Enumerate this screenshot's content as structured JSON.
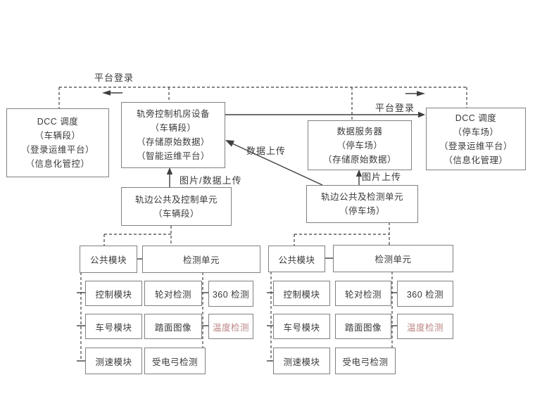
{
  "labels": {
    "platform_login_left": "平台登录",
    "platform_login_right": "平台登录",
    "data_upload": "数据上传",
    "pic_data_upload": "图片/数据上传",
    "pic_upload": "图片上传"
  },
  "nodes": {
    "dcc_depot": {
      "lines": [
        "DCC 调度",
        "（车辆段）",
        "（登录运维平台）",
        "（信息化管控）"
      ]
    },
    "trackside_room": {
      "lines": [
        "轨旁控制机房设备",
        "（车辆段）",
        "（存储原始数据）",
        "（智能运维平台）"
      ]
    },
    "data_server": {
      "lines": [
        "数据服务器",
        "（停车场）",
        "（存储原始数据）"
      ]
    },
    "dcc_parking": {
      "lines": [
        "DCC 调度",
        "（停车场）",
        "（登录运维平台）",
        "（信息化管理）"
      ]
    },
    "ctrl_unit_depot": {
      "lines": [
        "轨边公共及控制单元",
        "（车辆段）"
      ]
    },
    "det_unit_parking": {
      "lines": [
        "轨边公共及检测单元",
        "（停车场）"
      ]
    }
  },
  "cluster_depot": {
    "common_module": "公共模块",
    "detect_unit": "检测单元",
    "modules": [
      "控制模块",
      "轮对检测",
      "360 检测",
      "车号模块",
      "踏面图像",
      "温度检测",
      "测速模块",
      "受电弓检测"
    ]
  },
  "cluster_parking": {
    "common_module": "公共模块",
    "detect_unit": "检测单元",
    "modules": [
      "控制模块",
      "轮对检测",
      "360 检测",
      "车号模块",
      "踏面图像",
      "温度检测",
      "测速模块",
      "受电弓检测"
    ]
  },
  "colors": {
    "line": "#3f3f3f",
    "box_border": "#808080",
    "temp_text": "#bb8484",
    "text": "#3a3a3a"
  }
}
